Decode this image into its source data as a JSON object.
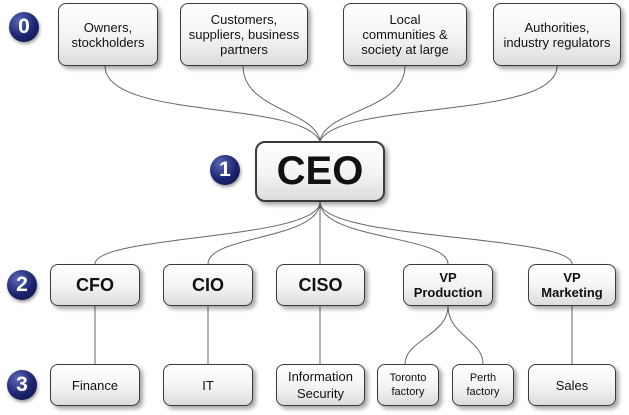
{
  "levels": [
    "0",
    "1",
    "2",
    "3"
  ],
  "stakeholders": [
    "Owners,\nstockholders",
    "Customers,\nsuppliers, business\npartners",
    "Local\ncommunities &\nsociety at large",
    "Authorities,\nindustry regulators"
  ],
  "ceo": "CEO",
  "executives": [
    "CFO",
    "CIO",
    "CISO",
    "VP\nProduction",
    "VP\nMarketing"
  ],
  "departments": [
    "Finance",
    "IT",
    "Information\nSecurity",
    "Toronto\nfactory",
    "Perth\nfactory",
    "Sales"
  ]
}
